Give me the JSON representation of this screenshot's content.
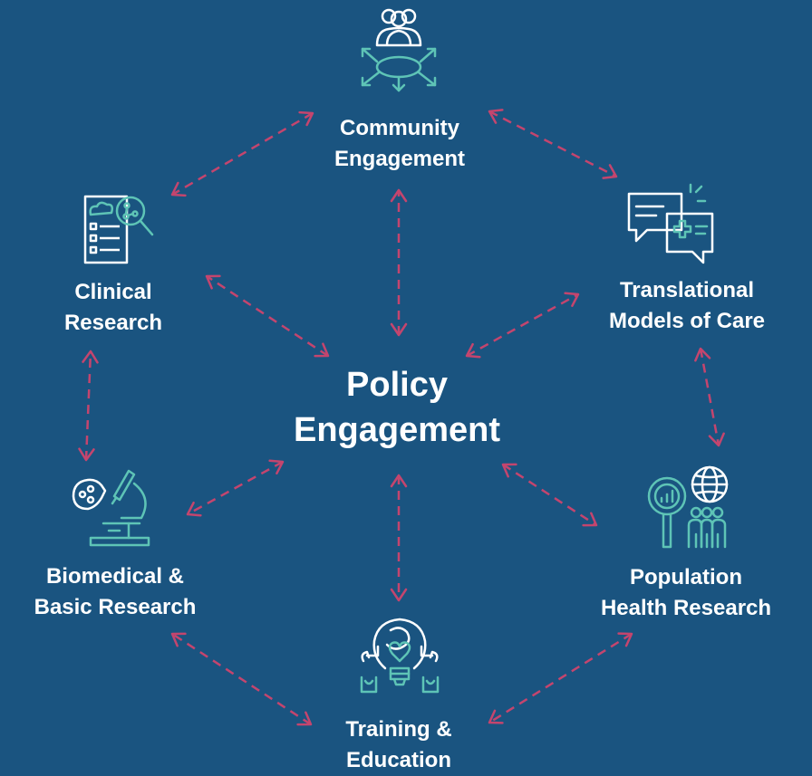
{
  "center": {
    "line1": "Policy",
    "line2": "Engagement"
  },
  "nodes": {
    "community": {
      "line1": "Community",
      "line2": "Engagement",
      "icon": "community-icon"
    },
    "translational": {
      "line1": "Translational",
      "line2": "Models of Care",
      "icon": "chat-medical-icon"
    },
    "population": {
      "line1": "Population",
      "line2": "Health Research",
      "icon": "population-globe-icon"
    },
    "training": {
      "line1": "Training &",
      "line2": "Education",
      "icon": "lightbulb-puzzle-icon"
    },
    "biomedical": {
      "line1": "Biomedical &",
      "line2": "Basic Research",
      "icon": "microscope-icon"
    },
    "clinical": {
      "line1": "Clinical",
      "line2": "Research",
      "icon": "clinical-checklist-icon"
    }
  },
  "colors": {
    "background": "#1a5480",
    "arrow": "#c4456e",
    "icon": "#5ec4b6",
    "icon_outline": "#ffffff",
    "text": "#ffffff"
  }
}
